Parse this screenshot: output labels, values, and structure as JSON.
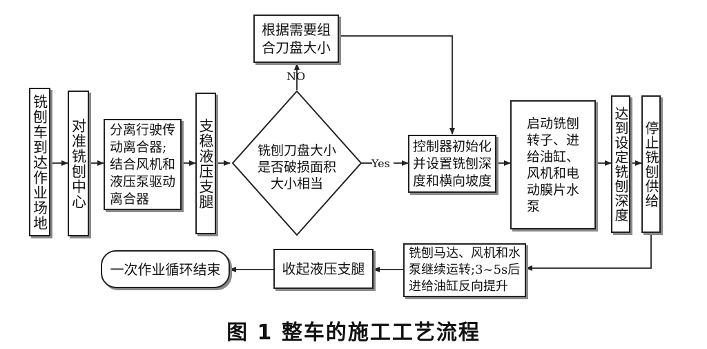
{
  "nodes": {
    "n1": "铣刨车到达作业场地",
    "n2": "对准铣刨中心",
    "n3": "分离行驶传\n动离合器;\n结合风机和\n液压泵驱动\n离合器",
    "n4": "支稳液压支腿",
    "decision": "铣刨刀盘大小\n是否破损面积\n大小相当",
    "n_adjust": "根据需要组\n合刀盘大小",
    "n_init": "控制器初始化\n并设置铣刨深\n度和横向坡度",
    "n_start": "启动铣刨\n转子、进\n给油缸、\n风机和电\n动膜片水\n泵",
    "n_depth": "达到设定铣刨深度",
    "n_stop": "停止铣刨供给",
    "n_continue": "铣刨马达、风机和水\n泵继续运转;3~5s后\n进给油缸反向提升",
    "n_retract": "收起液压支腿",
    "n_end": "一次作业循环结束"
  },
  "labels": {
    "no": "NO",
    "yes": "Yes"
  },
  "caption": "图 1  整车的施工工艺流程"
}
